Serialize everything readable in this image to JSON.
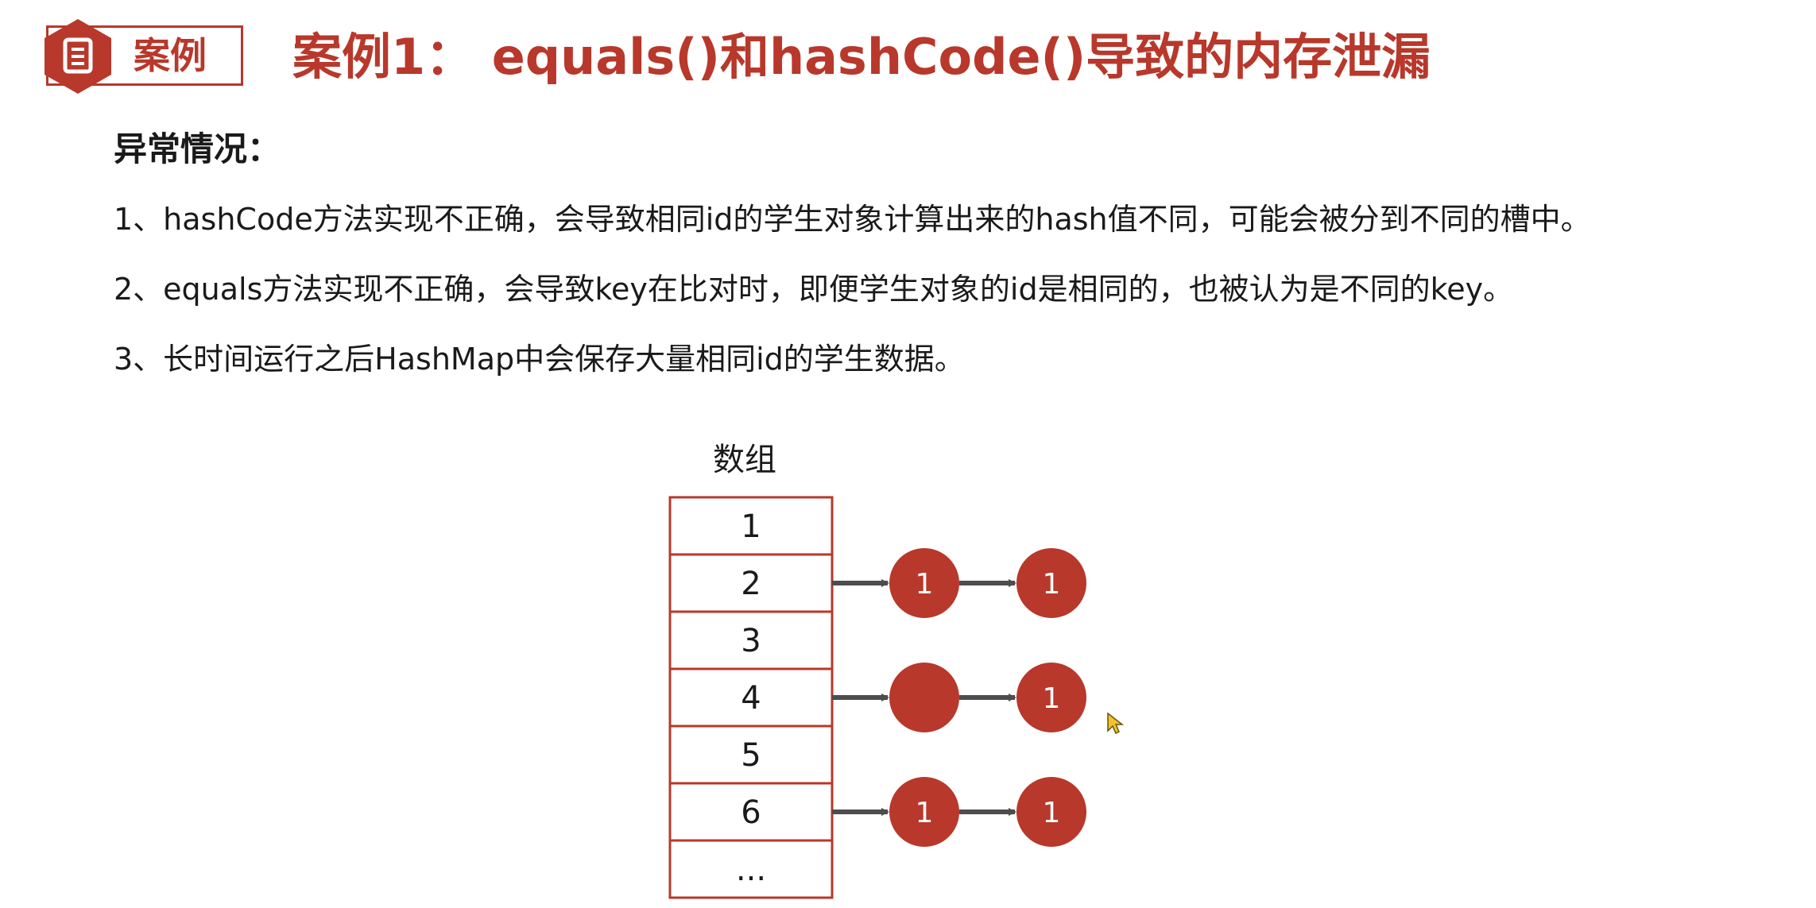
{
  "header": {
    "badge_label": "案例",
    "badge_icon": "document-icon",
    "title": "案例1： equals()和hashCode()导致的内存泄漏"
  },
  "content": {
    "heading": "异常情况：",
    "points": [
      "1、hashCode方法实现不正确，会导致相同id的学生对象计算出来的hash值不同，可能会被分到不同的槽中。",
      "2、equals方法实现不正确，会导致key在比对时，即便学生对象的id是相同的，也被认为是不同的key。",
      "3、长时间运行之后HashMap中会保存大量相同id的学生数据。"
    ]
  },
  "diagram": {
    "array_label": "数组",
    "slots": [
      "1",
      "2",
      "3",
      "4",
      "5",
      "6",
      "..."
    ],
    "chains": [
      {
        "slot": "2",
        "nodes": [
          "1",
          "1"
        ]
      },
      {
        "slot": "4",
        "nodes": [
          "",
          "1"
        ]
      },
      {
        "slot": "6",
        "nodes": [
          "1",
          "1"
        ]
      }
    ]
  },
  "colors": {
    "accent": "#b8382b",
    "node_fill": "#b8382b",
    "arrow": "#4d4d4d",
    "text": "#1a1a1a"
  }
}
